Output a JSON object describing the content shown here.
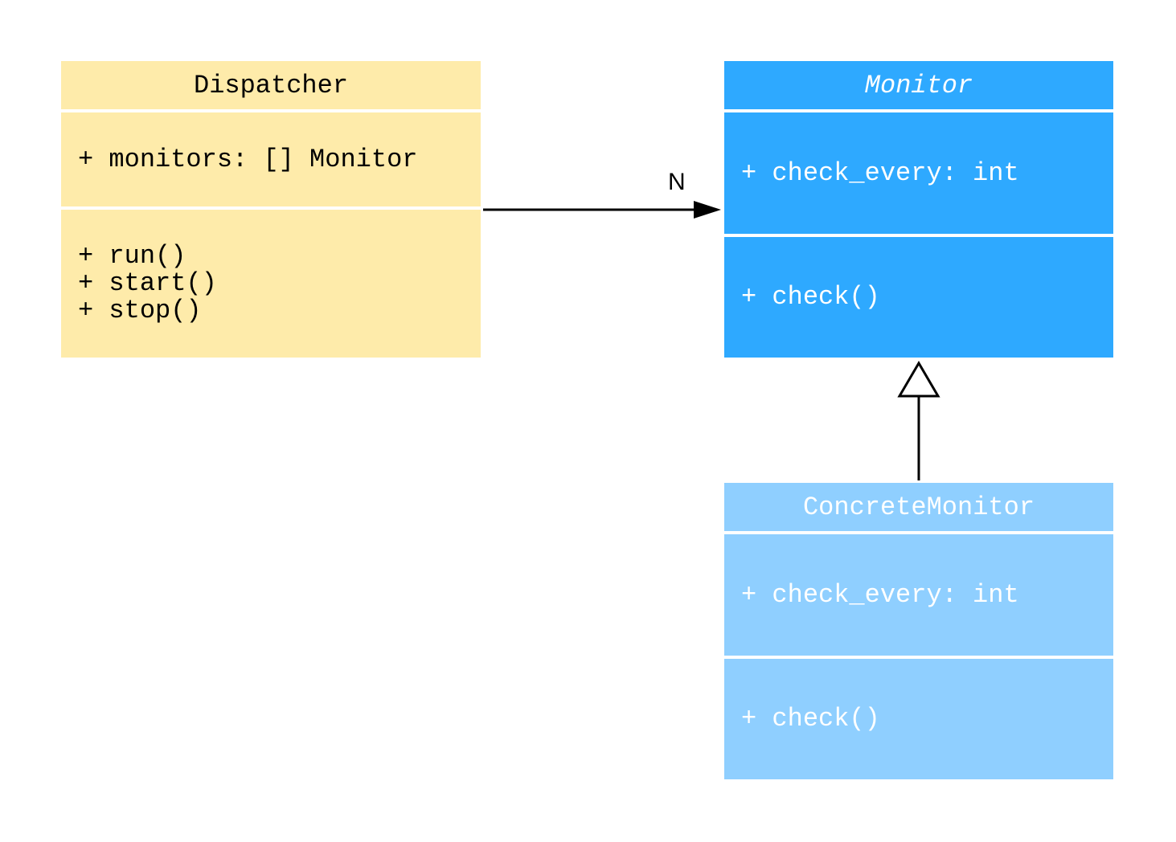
{
  "classes": {
    "dispatcher": {
      "name": "Dispatcher",
      "attributes": [
        "+ monitors: [] Monitor"
      ],
      "methods": [
        "+ run()",
        "+ start()",
        "+ stop()"
      ],
      "color": "#FEEBAA"
    },
    "monitor": {
      "name": "Monitor",
      "abstract": true,
      "attributes": [
        "+ check_every: int"
      ],
      "methods": [
        "+ check()"
      ],
      "color": "#2EA9FF"
    },
    "concrete_monitor": {
      "name": "ConcreteMonitor",
      "attributes": [
        "+ check_every: int"
      ],
      "methods": [
        "+ check()"
      ],
      "color": "#8FCFFF"
    }
  },
  "relations": [
    {
      "type": "association",
      "from": "Dispatcher",
      "to": "Monitor",
      "multiplicity": "N"
    },
    {
      "type": "inheritance",
      "from": "ConcreteMonitor",
      "to": "Monitor"
    }
  ]
}
